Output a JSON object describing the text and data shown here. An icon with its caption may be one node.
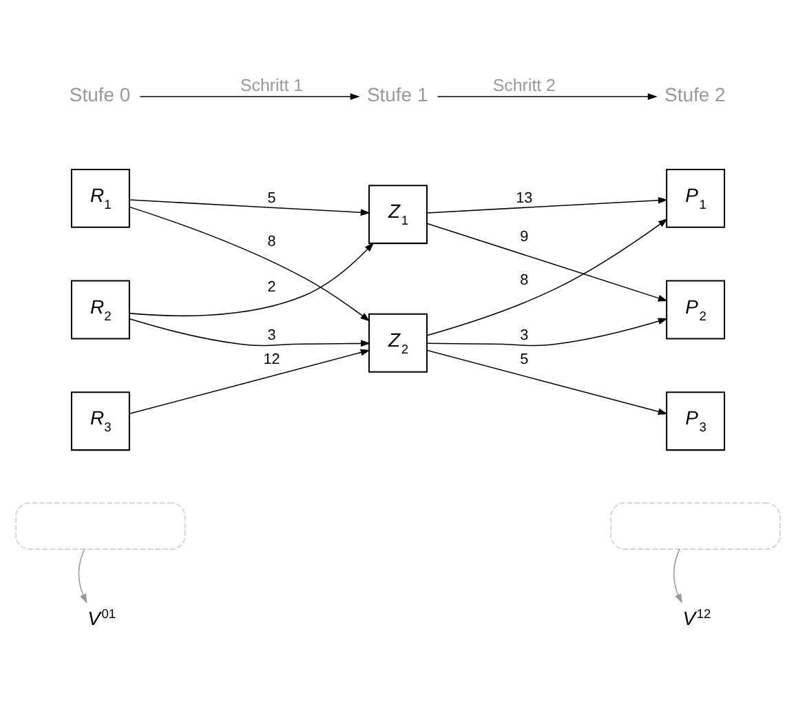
{
  "diagram": {
    "nodes": [
      {
        "text": [
          "Stufe 0"
        ]
      },
      {
        "text": [
          "Stufe 1"
        ]
      },
      {
        "text": [
          "Stufe 2"
        ]
      },
      {
        "text": [],
        "shape": "box"
      },
      {
        "text": [],
        "shape": "box"
      },
      {
        "text": [
          "*R*$_{1}$"
        ]
      },
      {
        "text": [
          "*R*$_{2}$"
        ]
      },
      {
        "text": [
          "*R*$_{3}$"
        ]
      },
      {
        "text": [
          "*Z*$_{1}$"
        ]
      },
      {
        "text": [
          "*Z*$_{2}$"
        ]
      },
      {
        "text": [
          "*P*$_{1}$"
        ]
      },
      {
        "text": [
          "*P*$_{2}$"
        ]
      },
      {
        "text": [
          "*P*$_{3}$"
        ]
      },
      {
        "text": [
          "*V*$^{01}$"
        ]
      },
      {
        "text": [
          "*V*$^{12}$"
        ]
      }
    ],
    "edges": [
      {
        "from": 0,
        "to": 1,
        "arrow": "to",
        "label": "Schritt 1"
      },
      {
        "from": 1,
        "to": 2,
        "arrow": "to",
        "label": "Schritt 2"
      },
      {
        "from": 5,
        "to": 8,
        "arrow": "to",
        "label": "5"
      },
      {
        "from": 5,
        "to": 9,
        "arrow": "to",
        "label": "8"
      },
      {
        "from": 6,
        "to": 8,
        "arrow": "to",
        "label": "2"
      },
      {
        "from": 6,
        "to": 9,
        "arrow": "to",
        "label": "3"
      },
      {
        "from": 7,
        "to": 9,
        "arrow": "to",
        "label": "12"
      },
      {
        "from": 8,
        "to": 10,
        "arrow": "to",
        "label": "13"
      },
      {
        "from": 8,
        "to": 11,
        "arrow": "to",
        "label": "9"
      },
      {
        "from": 9,
        "to": 10,
        "arrow": "to",
        "label": "8"
      },
      {
        "from": 9,
        "to": 11,
        "arrow": "to",
        "label": "3"
      },
      {
        "from": 9,
        "to": 12,
        "arrow": "to",
        "label": "5"
      },
      {
        "from": 3,
        "to": 13,
        "arrow": "to",
        "color": "#999999"
      },
      {
        "from": 4,
        "to": 14,
        "arrow": "to",
        "color": "#999999"
      }
    ]
  }
}
